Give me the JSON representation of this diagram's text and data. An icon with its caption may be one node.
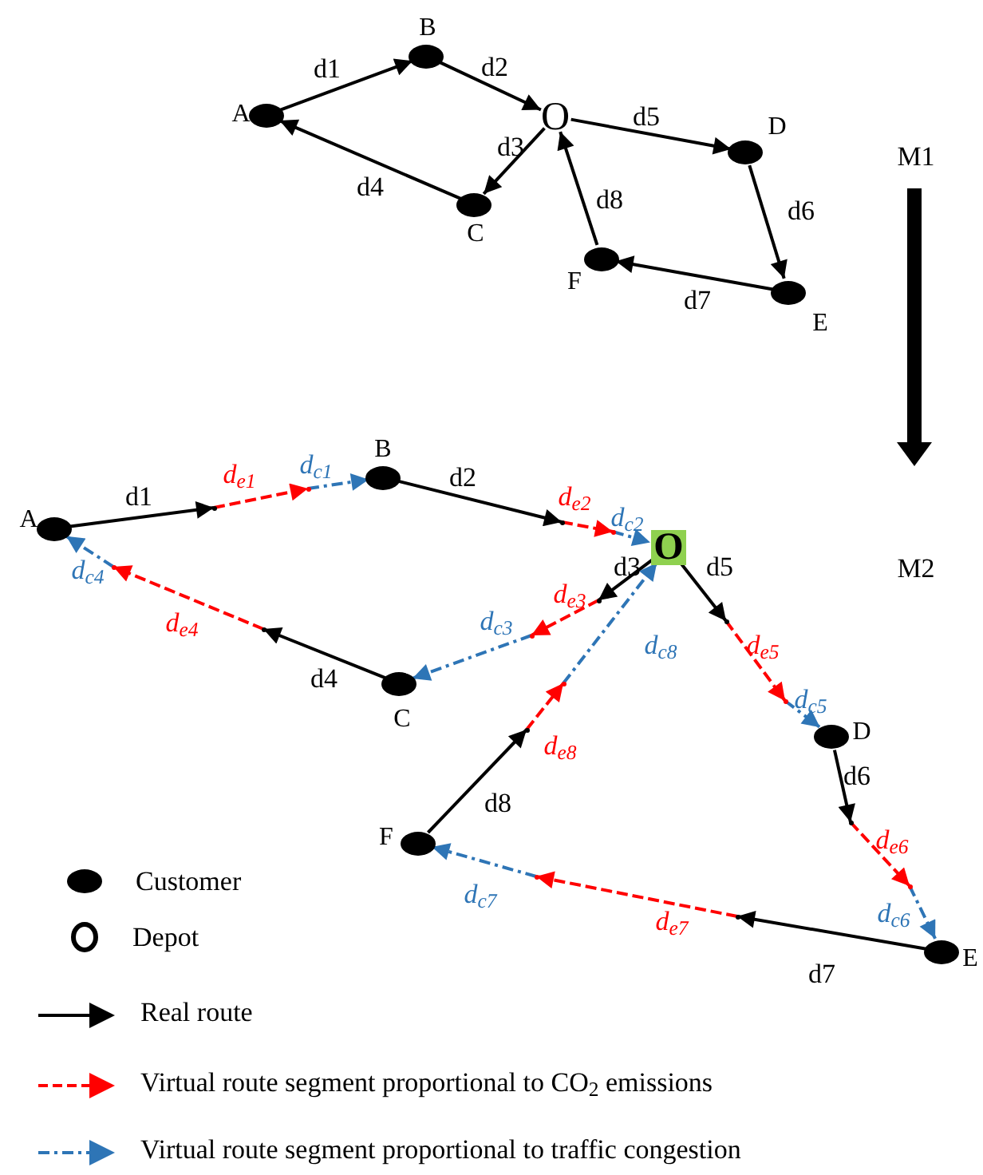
{
  "diagram": {
    "nodes": [
      {
        "text": [
          "A"
        ]
      },
      {
        "text": [
          "B"
        ]
      },
      {
        "text": [
          "O"
        ]
      },
      {
        "text": [
          "C"
        ]
      },
      {
        "text": [
          "D"
        ]
      },
      {
        "text": [
          "E"
        ]
      },
      {
        "text": [
          "F"
        ]
      },
      {
        "text": [
          "A"
        ]
      },
      {
        "text": [
          "B"
        ]
      },
      {
        "text": [
          "O"
        ]
      },
      {
        "text": [
          "C"
        ]
      },
      {
        "text": [
          "D"
        ]
      },
      {
        "text": [
          "E"
        ]
      },
      {
        "text": [
          "F"
        ]
      },
      {
        "text": [],
        "shape": "point"
      },
      {
        "text": [],
        "shape": "point"
      },
      {
        "text": [],
        "shape": "point"
      },
      {
        "text": [],
        "shape": "point"
      },
      {
        "text": [],
        "shape": "point"
      },
      {
        "text": [],
        "shape": "point"
      },
      {
        "text": [],
        "shape": "point"
      },
      {
        "text": [],
        "shape": "point"
      },
      {
        "text": [],
        "shape": "point"
      },
      {
        "text": [],
        "shape": "point"
      },
      {
        "text": [],
        "shape": "point"
      },
      {
        "text": [],
        "shape": "point"
      },
      {
        "text": [],
        "shape": "point"
      },
      {
        "text": [],
        "shape": "point"
      },
      {
        "text": [],
        "shape": "point"
      },
      {
        "text": [],
        "shape": "point"
      }
    ],
    "edges": [
      {
        "from": 0,
        "to": 1,
        "arrow": "to",
        "label": "d1"
      },
      {
        "from": 1,
        "to": 2,
        "arrow": "to",
        "label": "d2"
      },
      {
        "from": 2,
        "to": 3,
        "arrow": "to",
        "label": "d3"
      },
      {
        "from": 3,
        "to": 0,
        "arrow": "to",
        "label": "d4"
      },
      {
        "from": 2,
        "to": 4,
        "arrow": "to",
        "label": "d5"
      },
      {
        "from": 4,
        "to": 5,
        "arrow": "to",
        "label": "d6"
      },
      {
        "from": 5,
        "to": 6,
        "arrow": "to",
        "label": "d7"
      },
      {
        "from": 6,
        "to": 2,
        "arrow": "to",
        "label": "d8"
      },
      {
        "from": 7,
        "to": 14,
        "arrow": "to",
        "label": "d1"
      },
      {
        "from": 14,
        "to": 15,
        "arrow": "to",
        "label": "d$_{e1}$",
        "style": "dashed",
        "color": "#ff0000"
      },
      {
        "from": 15,
        "to": 8,
        "arrow": "to",
        "label": "d$_{c1}$",
        "style": "dashed",
        "color": "#2e75b6"
      },
      {
        "from": 8,
        "to": 16,
        "arrow": "to",
        "label": "d2"
      },
      {
        "from": 16,
        "to": 17,
        "arrow": "to",
        "label": "d$_{e2}$",
        "style": "dashed",
        "color": "#ff0000"
      },
      {
        "from": 17,
        "to": 9,
        "arrow": "to",
        "label": "d$_{c2}$",
        "style": "dashed",
        "color": "#2e75b6"
      },
      {
        "from": 9,
        "to": 18,
        "arrow": "to",
        "label": "d3"
      },
      {
        "from": 18,
        "to": 19,
        "arrow": "to",
        "label": "d$_{e3}$",
        "style": "dashed",
        "color": "#ff0000"
      },
      {
        "from": 19,
        "to": 10,
        "arrow": "to",
        "label": "d$_{c3}$",
        "style": "dashed",
        "color": "#2e75b6"
      },
      {
        "from": 10,
        "to": 20,
        "arrow": "to",
        "label": "d4"
      },
      {
        "from": 20,
        "to": 21,
        "arrow": "to",
        "label": "d$_{e4}$",
        "style": "dashed",
        "color": "#ff0000"
      },
      {
        "from": 21,
        "to": 7,
        "arrow": "to",
        "label": "d$_{c4}$",
        "style": "dashed",
        "color": "#2e75b6"
      },
      {
        "from": 9,
        "to": 22,
        "arrow": "to",
        "label": "d5"
      },
      {
        "from": 22,
        "to": 23,
        "arrow": "to",
        "label": "d$_{e5}$",
        "style": "dashed",
        "color": "#ff0000"
      },
      {
        "from": 23,
        "to": 11,
        "arrow": "to",
        "label": "d$_{c5}$",
        "style": "dashed",
        "color": "#2e75b6"
      },
      {
        "from": 11,
        "to": 24,
        "arrow": "to",
        "label": "d6"
      },
      {
        "from": 24,
        "to": 25,
        "arrow": "to",
        "label": "d$_{e6}$",
        "style": "dashed",
        "color": "#ff0000"
      },
      {
        "from": 25,
        "to": 12,
        "arrow": "to",
        "label": "d$_{c6}$",
        "style": "dashed",
        "color": "#2e75b6"
      },
      {
        "from": 12,
        "to": 26,
        "arrow": "to",
        "label": "d7"
      },
      {
        "from": 26,
        "to": 27,
        "arrow": "to",
        "label": "d$_{e7}$",
        "style": "dashed",
        "color": "#ff0000"
      },
      {
        "from": 27,
        "to": 13,
        "arrow": "to",
        "label": "d$_{c7}$",
        "style": "dashed",
        "color": "#2e75b6"
      },
      {
        "from": 13,
        "to": 28,
        "arrow": "to",
        "label": "d8"
      },
      {
        "from": 28,
        "to": 29,
        "arrow": "to",
        "label": "d$_{e8}$",
        "style": "dashed",
        "color": "#ff0000"
      },
      {
        "from": 29,
        "to": 9,
        "arrow": "to",
        "label": "d$_{c8}$",
        "style": "dashed",
        "color": "#2e75b6"
      }
    ],
    "labels": [
      "M1",
      "M2"
    ],
    "legend": [
      {
        "text": "Customer"
      },
      {
        "text": "Depot"
      },
      {
        "text": "Real route"
      },
      {
        "text": "Virtual route segment proportional to CO$_{2}$ emissions"
      },
      {
        "text": "Virtual route segment proportional to traffic congestion"
      }
    ]
  }
}
